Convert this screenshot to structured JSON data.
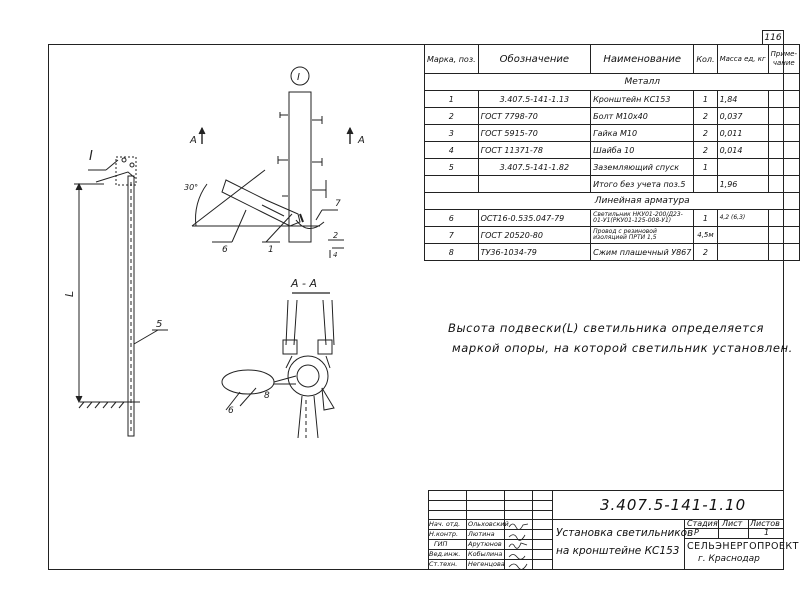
{
  "sheet": {
    "page_number": "116"
  },
  "spec_table": {
    "headers": {
      "mark": "Марка, поз.",
      "designation": "Обозначение",
      "name": "Наименование",
      "qty": "Кол.",
      "mass": "Масса ед, кг",
      "note": "Приме- чание"
    },
    "section_metal": "Металл",
    "section_fittings": "Линейная арматура",
    "rows_metal": [
      {
        "pos": "1",
        "designation": "3.407.5-141-1.13",
        "name": "Кронштейн КС153",
        "qty": "1",
        "mass": "1,84",
        "note": ""
      },
      {
        "pos": "2",
        "designation": "ГОСТ 7798-70",
        "name": "Болт М10х40",
        "qty": "2",
        "mass": "0,037",
        "note": ""
      },
      {
        "pos": "3",
        "designation": "ГОСТ 5915-70",
        "name": "Гайка М10",
        "qty": "2",
        "mass": "0,011",
        "note": ""
      },
      {
        "pos": "4",
        "designation": "ГОСТ 11371-78",
        "name": "Шайба 10",
        "qty": "2",
        "mass": "0,014",
        "note": ""
      },
      {
        "pos": "5",
        "designation": "3.407.5-141-1.82",
        "name": "Заземляющий спуск",
        "qty": "1",
        "mass": "",
        "note": ""
      }
    ],
    "total_row": {
      "name": "Итого без учета поз.5",
      "mass": "1,96"
    },
    "rows_fittings": [
      {
        "pos": "6",
        "designation": "ОСТ16-0.535.047-79",
        "name": "Светильник НКУ01-200/Д23-01-У1(РКУ01-125-008-У1)",
        "qty": "1",
        "mass": "4,2 (6,3)",
        "note": ""
      },
      {
        "pos": "7",
        "designation": "ГОСТ 20520-80",
        "name": "Провод с резиновой изоляцией ПРТИ 1,5",
        "qty": "4,5м",
        "mass": "",
        "note": ""
      },
      {
        "pos": "8",
        "designation": "ТУ36-1034-79",
        "name": "Сжим плашечный У867",
        "qty": "2",
        "mass": "",
        "note": ""
      }
    ]
  },
  "note_text": {
    "line1": "Высота подвески(L) светильника определяется",
    "line2": "маркой опоры, на которой светильник установлен."
  },
  "drawing_labels": {
    "view_I": "I",
    "detail_circle": "I",
    "section_mark": "А",
    "section_title": "А - А",
    "angle": "30°",
    "height_symbol": "L",
    "callout_1": "1",
    "callout_2": "2",
    "callout_4": "4",
    "callout_5": "5",
    "callout_6": "6",
    "callout_7": "7",
    "callout_8": "8"
  },
  "title_block": {
    "doc_code": "3.407.5-141-1.10",
    "title_line1": "Установка светильников",
    "title_line2": "на кронштейне КС153",
    "stage_label": "Стадия",
    "sheet_label": "Лист",
    "sheets_label": "Листов",
    "stage_value": "Р",
    "sheets_value": "1",
    "org_name": "СЕЛЬЭНЕРГОПРОЕКТ",
    "org_city": "г. Краснодар",
    "signatures": [
      {
        "role": "Нач. отд.",
        "name": "Ольховский"
      },
      {
        "role": "Н.контр.",
        "name": "Лютина"
      },
      {
        "role": "ГИП",
        "name": "Арутюнов"
      },
      {
        "role": "Вед.инж.",
        "name": "Кобылина"
      },
      {
        "role": "Ст.техн.",
        "name": "Негенцова"
      }
    ]
  }
}
